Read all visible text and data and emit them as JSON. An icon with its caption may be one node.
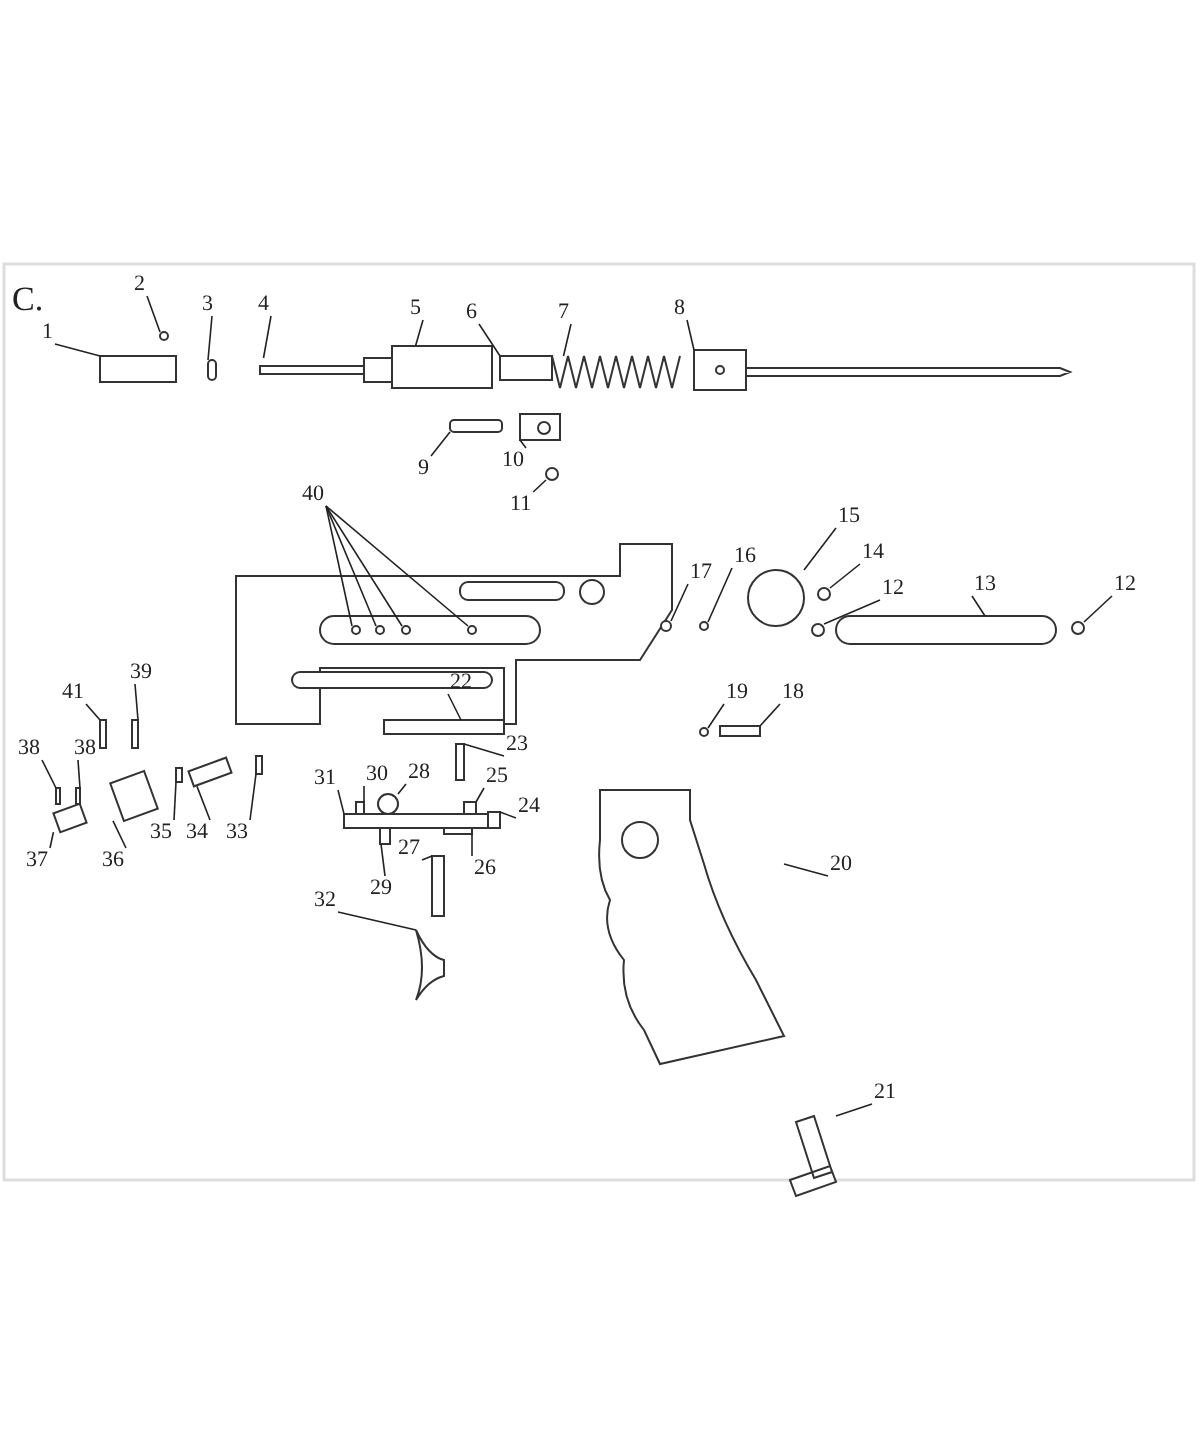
{
  "diagram": {
    "nodes": [
      {
        "text": [
          "1"
        ]
      },
      {
        "text": [
          "2"
        ]
      },
      {
        "text": [
          "3"
        ]
      },
      {
        "text": [
          "4"
        ]
      },
      {
        "text": [
          "5"
        ]
      },
      {
        "text": [
          "6"
        ]
      },
      {
        "text": [
          "7"
        ]
      },
      {
        "text": [
          "8"
        ]
      },
      {
        "text": [
          "9"
        ]
      },
      {
        "text": [
          "10"
        ]
      },
      {
        "text": [
          "11"
        ]
      },
      {
        "text": [
          "40"
        ]
      },
      {
        "text": [
          "17"
        ]
      },
      {
        "text": [
          "16"
        ]
      },
      {
        "text": [
          "15"
        ]
      },
      {
        "text": [
          "14"
        ]
      },
      {
        "text": [
          "12"
        ]
      },
      {
        "text": [
          "13"
        ]
      },
      {
        "text": [
          "12"
        ]
      },
      {
        "text": [
          "22"
        ]
      },
      {
        "text": [
          "19"
        ]
      },
      {
        "text": [
          "18"
        ]
      },
      {
        "text": [
          "23"
        ]
      },
      {
        "text": [
          "41"
        ]
      },
      {
        "text": [
          "39"
        ]
      },
      {
        "text": [
          "38"
        ]
      },
      {
        "text": [
          "38"
        ]
      },
      {
        "text": [
          "37"
        ]
      },
      {
        "text": [
          "36"
        ]
      },
      {
        "text": [
          "35"
        ]
      },
      {
        "text": [
          "34"
        ]
      },
      {
        "text": [
          "33"
        ]
      },
      {
        "text": [
          "31"
        ]
      },
      {
        "text": [
          "30"
        ]
      },
      {
        "text": [
          "28"
        ]
      },
      {
        "text": [
          "25"
        ]
      },
      {
        "text": [
          "24"
        ]
      },
      {
        "text": [
          "27"
        ]
      },
      {
        "text": [
          "26"
        ]
      },
      {
        "text": [
          "29"
        ]
      },
      {
        "text": [
          "32"
        ]
      },
      {
        "text": [
          "20"
        ]
      },
      {
        "text": [
          "21"
        ]
      },
      {
        "text": [],
        "shape": "box"
      },
      {
        "text": [],
        "shape": "circle"
      },
      {
        "text": [],
        "shape": "box"
      },
      {
        "text": [],
        "shape": "picture"
      },
      {
        "text": [],
        "shape": "box"
      },
      {
        "text": [],
        "shape": "box"
      },
      {
        "text": [],
        "shape": "picture"
      },
      {
        "text": [],
        "shape": "picture"
      },
      {
        "text": [],
        "shape": "box"
      },
      {
        "text": [],
        "shape": "picture"
      },
      {
        "text": [],
        "shape": "circle"
      },
      {
        "text": [],
        "shape": "circle"
      },
      {
        "text": [],
        "shape": "circle"
      },
      {
        "text": [],
        "shape": "circle"
      },
      {
        "text": [],
        "shape": "circle"
      },
      {
        "text": [],
        "shape": "circle"
      },
      {
        "text": [],
        "shape": "circle"
      },
      {
        "text": [],
        "shape": "circle"
      },
      {
        "text": [],
        "shape": "circle"
      },
      {
        "text": [],
        "shape": "circle"
      },
      {
        "text": [],
        "shape": "box"
      },
      {
        "text": [],
        "shape": "circle"
      },
      {
        "text": [],
        "shape": "box"
      },
      {
        "text": [],
        "shape": "circle"
      },
      {
        "text": [],
        "shape": "box"
      },
      {
        "text": [],
        "shape": "box"
      },
      {
        "text": [],
        "shape": "box"
      },
      {
        "text": [],
        "shape": "box"
      },
      {
        "text": [],
        "shape": "box"
      },
      {
        "text": [],
        "shape": "box"
      },
      {
        "text": [],
        "shape": "box"
      },
      {
        "text": [],
        "shape": "box"
      },
      {
        "text": [],
        "shape": "box"
      },
      {
        "text": [],
        "shape": "box"
      },
      {
        "text": [],
        "shape": "box"
      },
      {
        "text": [],
        "shape": "box"
      },
      {
        "text": [],
        "shape": "box"
      },
      {
        "text": [],
        "shape": "circle"
      },
      {
        "text": [],
        "shape": "box"
      },
      {
        "text": [],
        "shape": "box"
      },
      {
        "text": [],
        "shape": "box"
      },
      {
        "text": [],
        "shape": "box"
      },
      {
        "text": [],
        "shape": "box"
      },
      {
        "text": [],
        "shape": "picture"
      },
      {
        "text": [],
        "shape": "picture"
      },
      {
        "text": [],
        "shape": "picture"
      }
    ],
    "edges": [
      {
        "from": 0,
        "to": 43,
        "arrow": "none"
      },
      {
        "from": 1,
        "to": 44,
        "arrow": "none"
      },
      {
        "from": 2,
        "to": 45,
        "arrow": "none"
      },
      {
        "from": 3,
        "to": 46,
        "arrow": "none"
      },
      {
        "from": 4,
        "to": 47,
        "arrow": "none"
      },
      {
        "from": 5,
        "to": 48,
        "arrow": "none"
      },
      {
        "from": 6,
        "to": 49,
        "arrow": "none"
      },
      {
        "from": 7,
        "to": 50,
        "arrow": "none"
      },
      {
        "from": 8,
        "to": 51,
        "arrow": "none"
      },
      {
        "from": 9,
        "to": 52,
        "arrow": "none"
      },
      {
        "from": 10,
        "to": 53,
        "arrow": "none"
      },
      {
        "from": 11,
        "to": 54,
        "arrow": "none"
      },
      {
        "from": 11,
        "to": 55,
        "arrow": "none"
      },
      {
        "from": 11,
        "to": 56,
        "arrow": "none"
      },
      {
        "from": 11,
        "to": 57,
        "arrow": "none"
      },
      {
        "from": 12,
        "to": 58,
        "arrow": "none"
      },
      {
        "from": 13,
        "to": 59,
        "arrow": "none"
      },
      {
        "from": 14,
        "to": 60,
        "arrow": "none"
      },
      {
        "from": 15,
        "to": 61,
        "arrow": "none"
      },
      {
        "from": 16,
        "to": 62,
        "arrow": "none"
      },
      {
        "from": 17,
        "to": 63,
        "arrow": "none"
      },
      {
        "from": 18,
        "to": 64,
        "arrow": "none"
      },
      {
        "from": 19,
        "to": 65,
        "arrow": "none"
      },
      {
        "from": 20,
        "to": 66,
        "arrow": "none"
      },
      {
        "from": 21,
        "to": 67,
        "arrow": "none"
      },
      {
        "from": 22,
        "to": 68,
        "arrow": "none"
      },
      {
        "from": 23,
        "to": 69,
        "arrow": "none"
      },
      {
        "from": 24,
        "to": 70,
        "arrow": "none"
      },
      {
        "from": 25,
        "to": 71,
        "arrow": "none"
      },
      {
        "from": 26,
        "to": 72,
        "arrow": "none"
      },
      {
        "from": 27,
        "to": 73,
        "arrow": "none"
      },
      {
        "from": 28,
        "to": 74,
        "arrow": "none"
      },
      {
        "from": 29,
        "to": 75,
        "arrow": "none"
      },
      {
        "from": 30,
        "to": 76,
        "arrow": "none"
      },
      {
        "from": 31,
        "to": 77,
        "arrow": "none"
      },
      {
        "from": 32,
        "to": 78,
        "arrow": "none"
      },
      {
        "from": 33,
        "to": 79,
        "arrow": "none"
      },
      {
        "from": 34,
        "to": 80,
        "arrow": "none"
      },
      {
        "from": 35,
        "to": 81,
        "arrow": "none"
      },
      {
        "from": 36,
        "to": 82,
        "arrow": "none"
      },
      {
        "from": 37,
        "to": 83,
        "arrow": "none"
      },
      {
        "from": 38,
        "to": 84,
        "arrow": "none"
      },
      {
        "from": 39,
        "to": 85,
        "arrow": "none"
      },
      {
        "from": 40,
        "to": 86,
        "arrow": "none"
      },
      {
        "from": 41,
        "to": 87,
        "arrow": "none"
      },
      {
        "from": 42,
        "to": 88,
        "arrow": "none"
      }
    ],
    "labels": [
      "C."
    ]
  }
}
